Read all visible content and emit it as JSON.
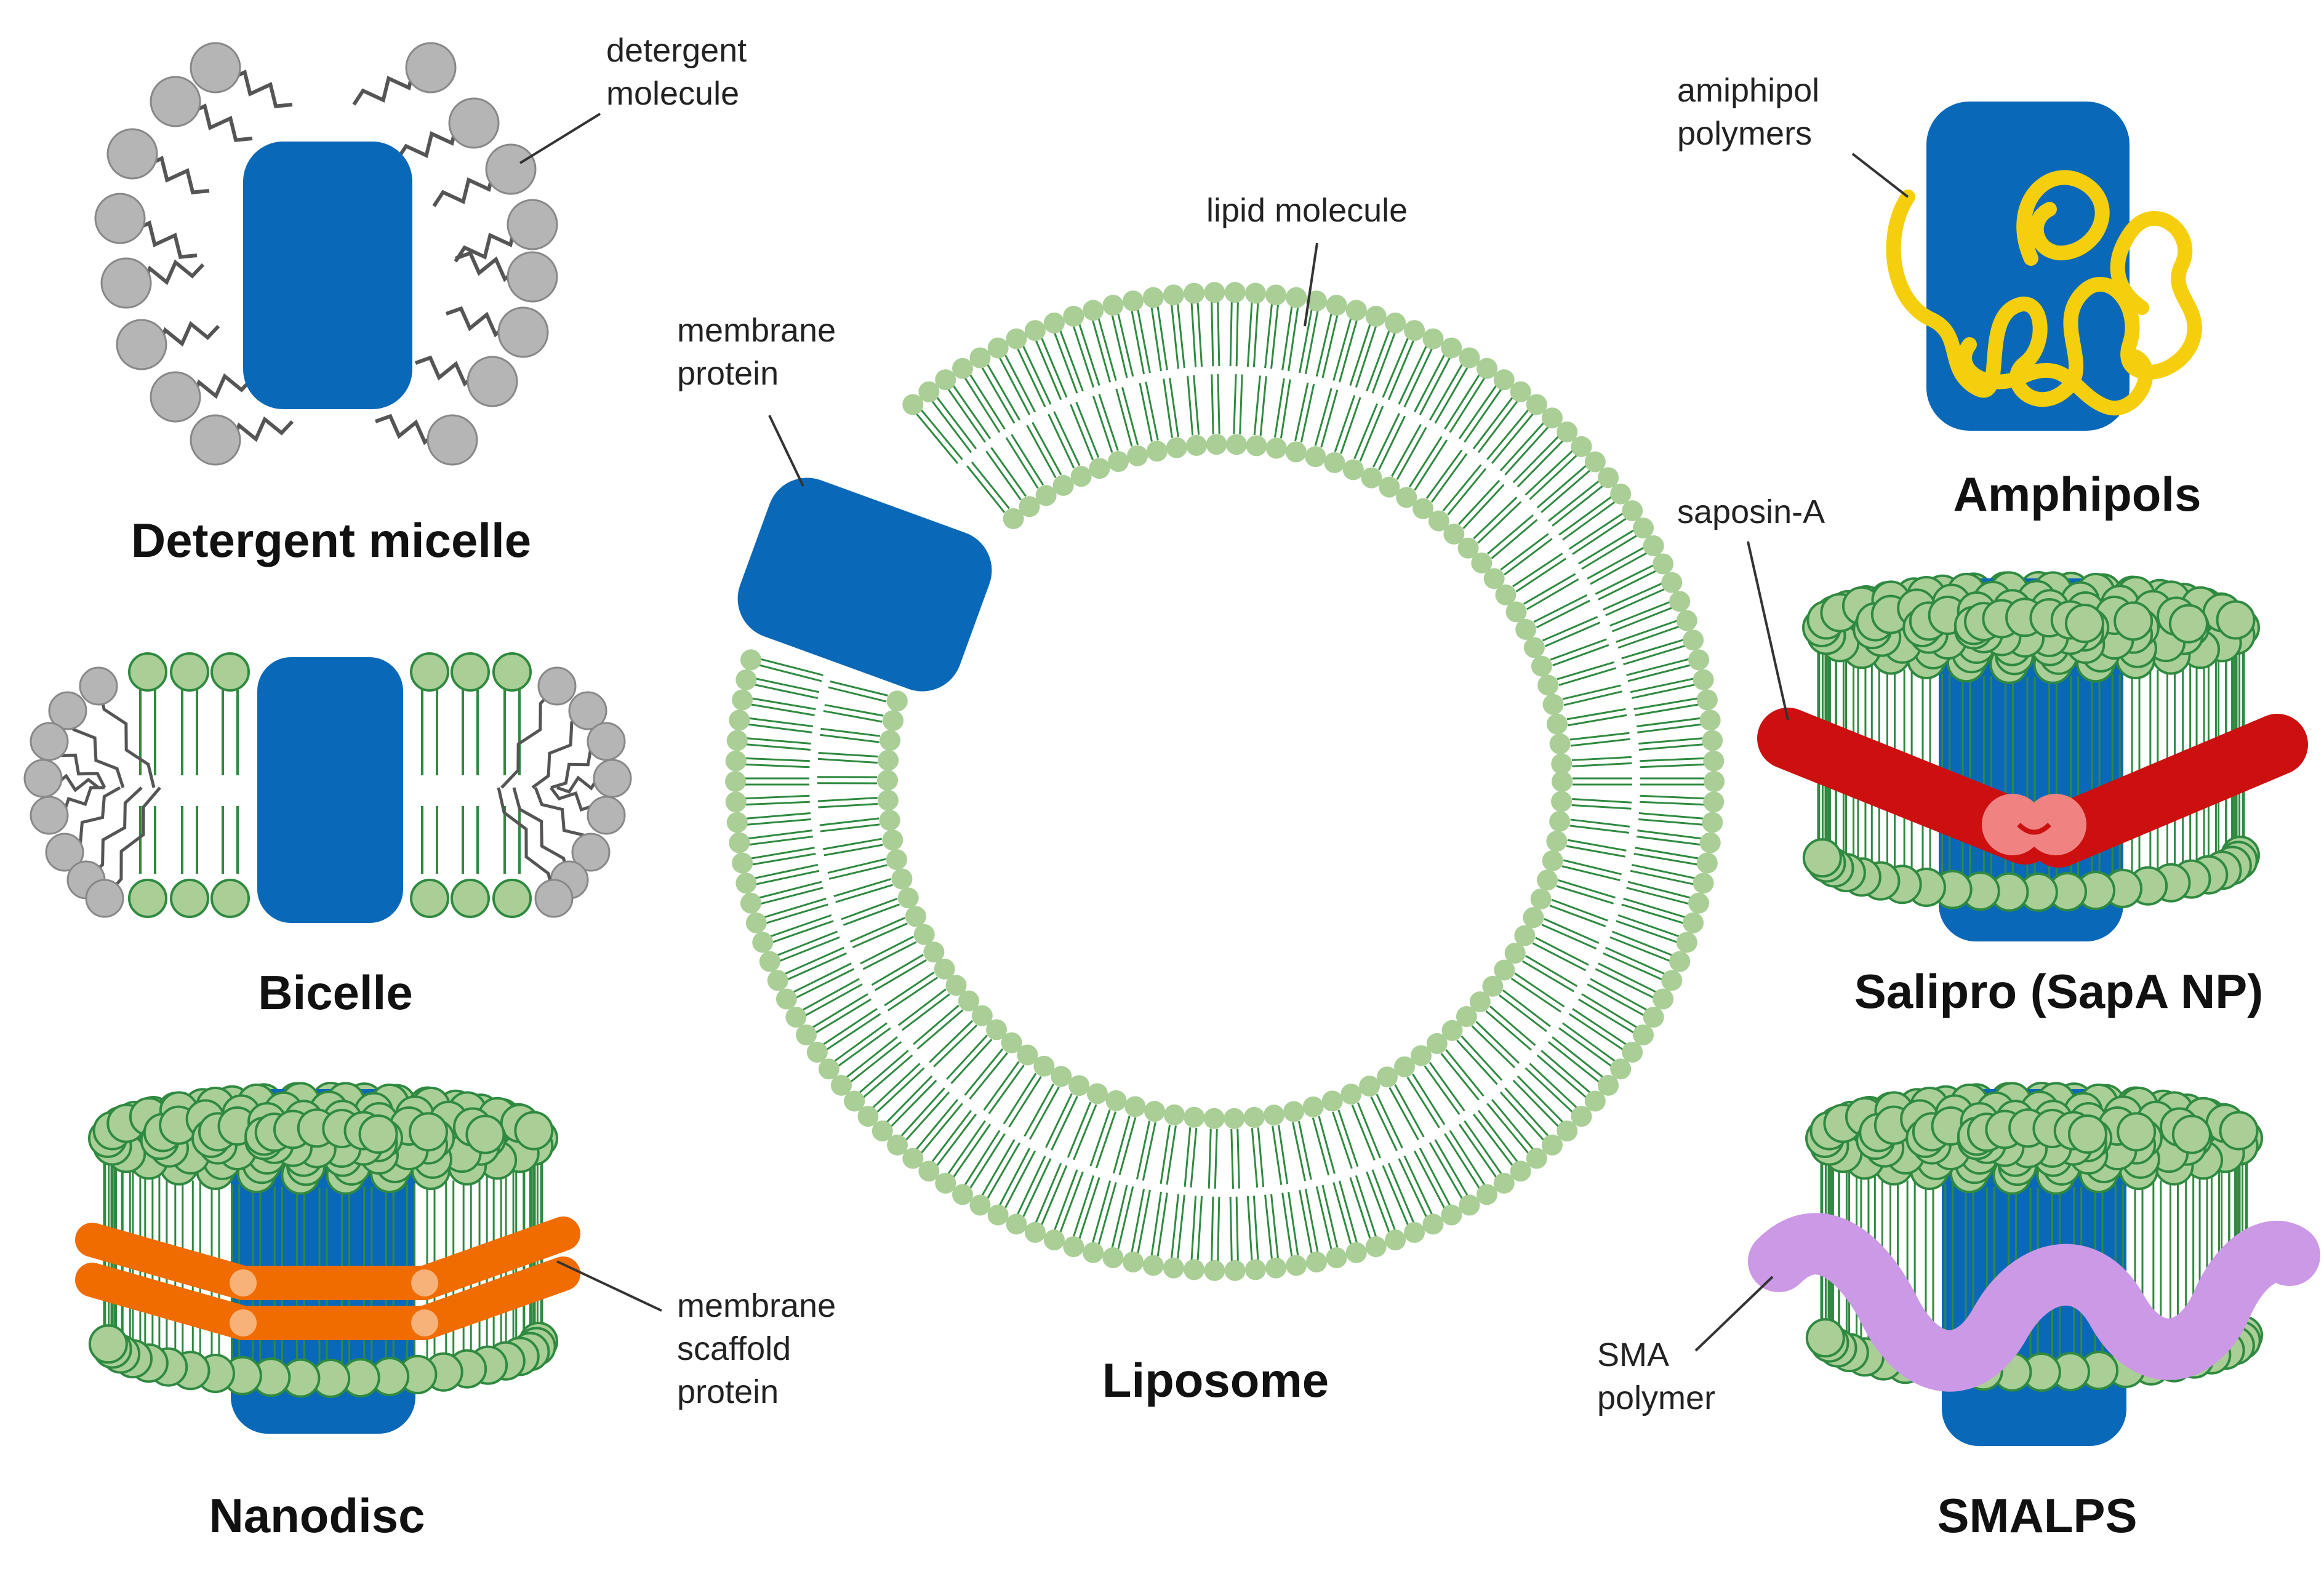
{
  "colors": {
    "protein": "#0a68b8",
    "lipid_head": "#a9cf96",
    "lipid_head_stroke": "#2f8a40",
    "lipid_tail": "#2f8a40",
    "detergent_head": "#b5b5b5",
    "detergent_tail": "#555555",
    "amphipol": "#f5cf0d",
    "saposin": "#cc0f0f",
    "msp": "#f06c00",
    "sma": "#cc99e6"
  },
  "panels": {
    "detergent_micelle": {
      "title": "Detergent micelle",
      "label_1": "detergent",
      "label_2": "molecule"
    },
    "bicelle": {
      "title": "Bicelle"
    },
    "nanodisc": {
      "title": "Nanodisc",
      "label_1": "membrane",
      "label_2": "scaffold",
      "label_3": "protein"
    },
    "liposome": {
      "title": "Liposome",
      "lipid_label": "lipid molecule",
      "protein_label_1": "membrane",
      "protein_label_2": "protein"
    },
    "amphipols": {
      "title": "Amphipols",
      "label_1": "amiphipol",
      "label_2": "polymers"
    },
    "salipro": {
      "title": "Salipro (SapA NP)",
      "label": "saposin-A"
    },
    "smalps": {
      "title": "SMALPS",
      "label_1": "SMA",
      "label_2": "polymer"
    }
  }
}
